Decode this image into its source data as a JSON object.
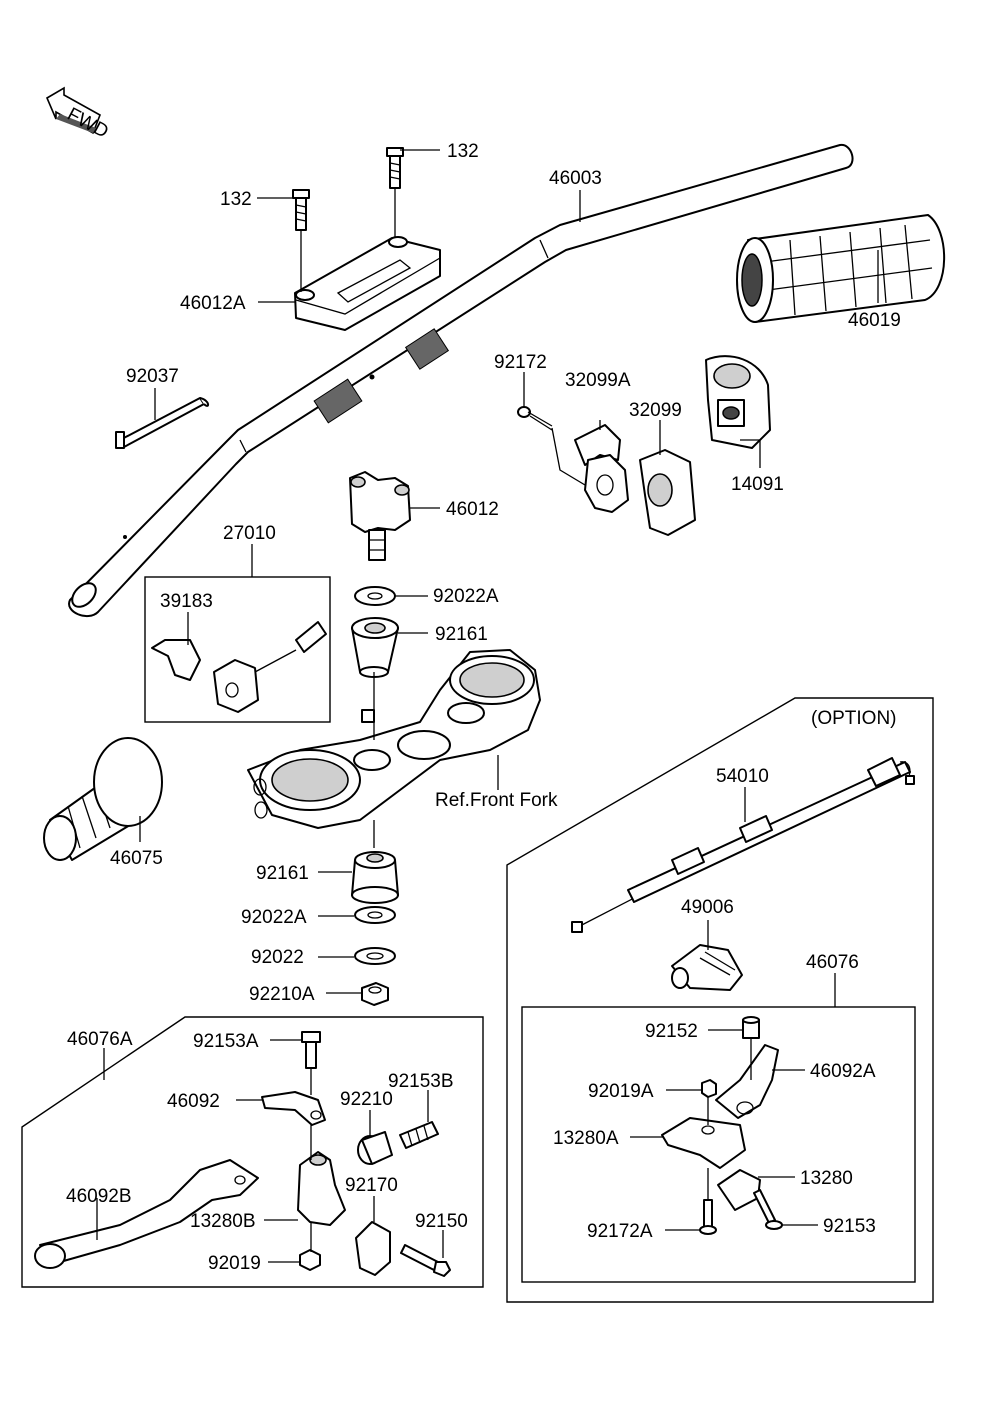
{
  "fwd_label": "FWD",
  "option_label": "(OPTION)",
  "ref_label": "Ref.Front Fork",
  "parts": {
    "p132_a": "132",
    "p132_b": "132",
    "p46003": "46003",
    "p46012A": "46012A",
    "p46019": "46019",
    "p92037": "92037",
    "p92172": "92172",
    "p32099A": "32099A",
    "p32099": "32099",
    "p14091": "14091",
    "p46012": "46012",
    "p27010": "27010",
    "p39183": "39183",
    "p92022A_top": "92022A",
    "p92161_top": "92161",
    "p46075": "46075",
    "p92161_bot": "92161",
    "p92022A_bot": "92022A",
    "p92022": "92022",
    "p92210A": "92210A",
    "p54010": "54010",
    "p49006": "49006",
    "p46076": "46076",
    "p46076A": "46076A",
    "p92153A": "92153A",
    "p92153B": "92153B",
    "p46092": "46092",
    "p92210": "92210",
    "p92170": "92170",
    "p46092B": "46092B",
    "p13280B": "13280B",
    "p92150": "92150",
    "p92019": "92019",
    "p92152": "92152",
    "p46092A": "46092A",
    "p92019A": "92019A",
    "p13280A": "13280A",
    "p13280": "13280",
    "p92172A": "92172A",
    "p92153": "92153"
  }
}
